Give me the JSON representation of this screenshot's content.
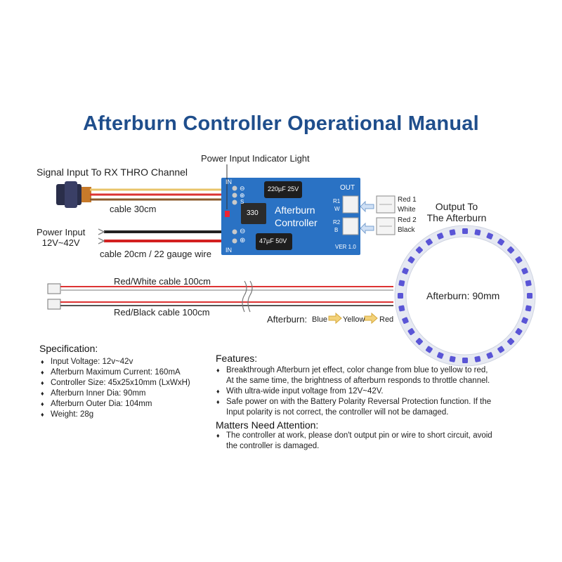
{
  "title": "Afterburn Controller Operational Manual",
  "labels": {
    "power_indicator": "Power Input Indicator Light",
    "signal_input": "Signal Input To RX THRO Channel",
    "cable_30": "cable 30cm",
    "power_input_line1": "Power Input",
    "power_input_line2": "12V~42V",
    "cable_20": "cable 20cm / 22 gauge wire",
    "output_to_line1": "Output To",
    "output_to_line2": "The Afterburn",
    "red1": "Red 1",
    "white": "White",
    "red2": "Red 2",
    "black": "Black",
    "red_white_cable": "Red/White cable 100cm",
    "red_black_cable": "Red/Black cable 100cm",
    "afterburn_ring": "Afterburn: 90mm",
    "afterburn_seq_prefix": "Afterburn:",
    "seq_blue": "Blue",
    "seq_yellow": "Yellow",
    "seq_red": "Red"
  },
  "board": {
    "in_top": "IN",
    "in_bottom": "IN",
    "out": "OUT",
    "cap1": "220µF 25V",
    "cap2": "47µF 50V",
    "chip": "330",
    "name_line1": "Afterburn",
    "name_line2": "Controller",
    "version": "VER 1.0",
    "r1": "R1",
    "w": "W",
    "r2": "R2",
    "b": "B",
    "sig_minus": "⊖",
    "sig_plus": "⊕",
    "sig_s": "S",
    "pwr_minus": "⊖",
    "pwr_plus": "⊕"
  },
  "specification": {
    "heading": "Specification:",
    "items": [
      "Input Voltage: 12v~42v",
      "Afterburn Maximum Current: 160mA",
      "Controller Size: 45x25x10mm (LxWxH)",
      "Afterburn Inner Dia: 90mm",
      "Afterburn Outer Dia: 104mm",
      "Weight: 28g"
    ]
  },
  "features": {
    "heading": "Features:",
    "items": [
      "Breakthrough Afterburn jet effect, color change from blue to yellow to red,",
      "At the same time, the brightness of afterburn responds to throttle channel.",
      "With ultra-wide input voltage from 12V~42V.",
      "Safe power on with the Battery Polarity Reversal Protection function. If the",
      "Input polarity is not correct, the controller will not be damaged."
    ]
  },
  "attention": {
    "heading": "Matters Need Attention:",
    "items": [
      "The controller at work, please don't output pin or wire to short circuit, avoid",
      "the controller is damaged."
    ]
  },
  "colors": {
    "title": "#1f4e8c",
    "board": "#2a72c4",
    "led": "#5a55d6",
    "ring": "#e6e9f2",
    "arrow": "#f3d27a"
  }
}
